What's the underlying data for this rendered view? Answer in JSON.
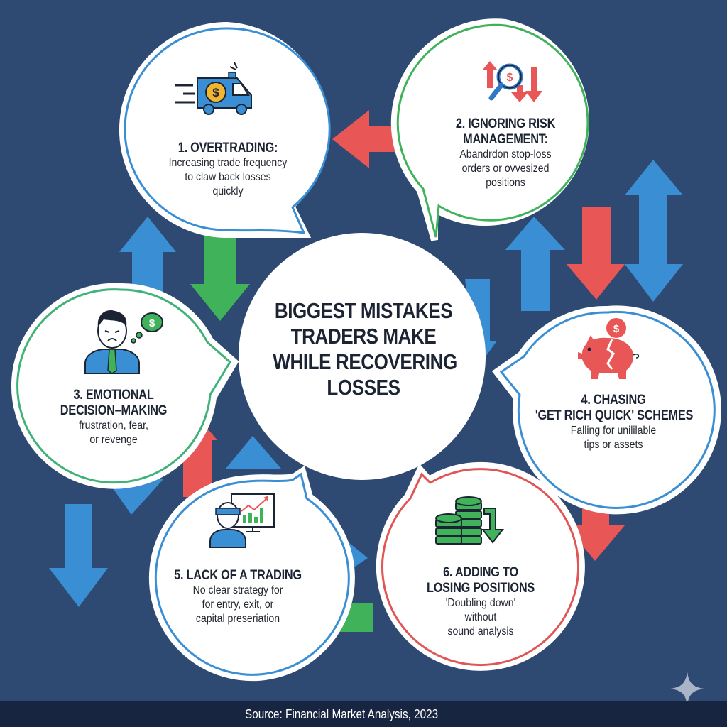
{
  "center": {
    "title_lines": [
      "BIGGEST MISTAKES",
      "TRADERS MAKE",
      "WHILE RECOVERING",
      "LOSSES"
    ]
  },
  "mistakes": [
    {
      "number": 1,
      "title_lines": [
        "1. OVERTRADING:"
      ],
      "desc_lines": [
        "Increasing trade frequency",
        "to claw back losses",
        "quickly"
      ],
      "icon": "speeding-van-dollar-icon",
      "border_color": "#3a8fd4"
    },
    {
      "number": 2,
      "title_lines": [
        "2. IGNORING RISK",
        "MANAGEMENT:"
      ],
      "desc_lines": [
        "Abandrdon stop-loss",
        "orders or ovvesized",
        "positions"
      ],
      "icon": "magnifier-dollar-arrows-icon",
      "border_color": "#3fb25a"
    },
    {
      "number": 3,
      "title_lines": [
        "3. EMOTIONAL",
        "DECISION–MAKING"
      ],
      "desc_lines": [
        "frustration, fear,",
        "or revenge"
      ],
      "icon": "sad-trader-thought-dollar-icon",
      "border_color": "#3fb27a"
    },
    {
      "number": 4,
      "title_lines": [
        "4. CHASING",
        "'GET RICH QUICK' SCHEMES"
      ],
      "desc_lines": [
        "Falling for unililable",
        "tips or assets"
      ],
      "icon": "broken-piggy-bank-icon",
      "border_color": "#3a8fd4"
    },
    {
      "number": 5,
      "title_lines": [
        "5. LACK OF A TRADING"
      ],
      "desc_lines": [
        "No clear strategy for",
        "for entry, exit, or",
        "capital preseriation"
      ],
      "icon": "blindfolded-trader-chart-icon",
      "border_color": "#3a8fd4"
    },
    {
      "number": 6,
      "title_lines": [
        "6. ADDING TO",
        "LOSING POSITIONS"
      ],
      "desc_lines": [
        "'Doubling down'",
        "without",
        "sound analysis"
      ],
      "icon": "coin-stack-down-arrow-icon",
      "border_color": "#e05555"
    }
  ],
  "footer": {
    "source": "Source: Financial Market Analysis, 2023"
  },
  "colors": {
    "background": "#2f4a72",
    "footer_bg": "#182540",
    "blue": "#3a8fd4",
    "green": "#3fb25a",
    "red": "#e85656",
    "text_dark": "#1c2433"
  }
}
